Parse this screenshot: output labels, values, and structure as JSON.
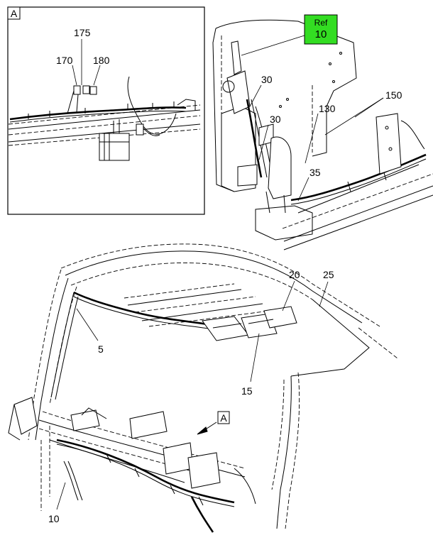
{
  "detail_label": "A",
  "reference_box": {
    "line1": "Ref",
    "line2": "10",
    "fill_color": "#33dd22"
  },
  "callouts": {
    "c175": "175",
    "c170": "170",
    "c180": "180",
    "c30a": "30",
    "c30b": "30",
    "c130": "130",
    "c150": "150",
    "c35": "35",
    "c20": "20",
    "c25": "25",
    "c5": "5",
    "c15": "15",
    "c10": "10"
  },
  "view_marker": "A"
}
